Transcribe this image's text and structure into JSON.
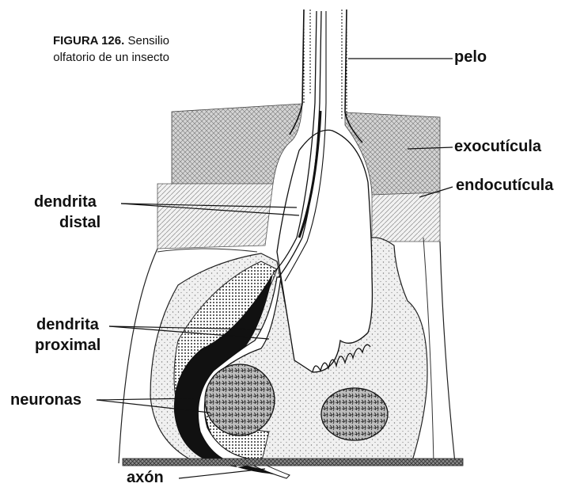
{
  "caption": {
    "number": "FIGURA 126.",
    "line1": "Sensilio",
    "line2": "olfatorio de un insecto"
  },
  "labels": {
    "pelo": "pelo",
    "exocuticula": "exocutícula",
    "endocuticula": "endocutícula",
    "dendrita_distal_1": "dendrita",
    "dendrita_distal_2": "distal",
    "dendrita_proximal_1": "dendrita",
    "dendrita_proximal_2": "proximal",
    "neuronas": "neuronas",
    "axon": "axón"
  },
  "colors": {
    "ink": "#111111",
    "cuticle": "#cfcfcf",
    "cytoplasm": "#ececec",
    "background": "#ffffff"
  }
}
